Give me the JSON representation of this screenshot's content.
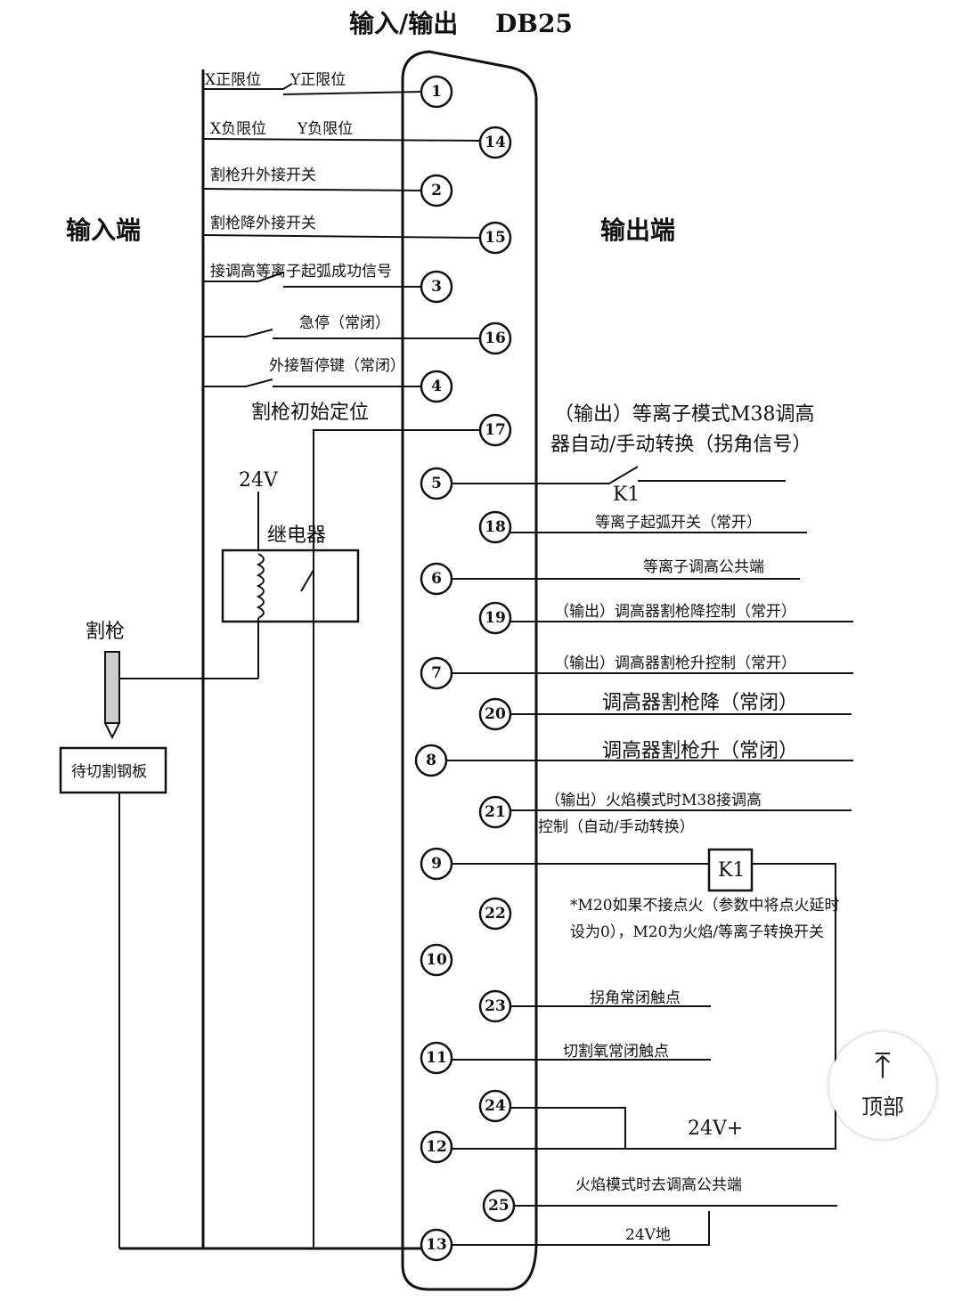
{
  "title": "输入/输出",
  "connector": "DB25",
  "input_side": "输入端",
  "output_side": "输出端",
  "pins": [
    "1",
    "14",
    "2",
    "15",
    "3",
    "16",
    "4",
    "17",
    "5",
    "18",
    "6",
    "19",
    "7",
    "20",
    "8",
    "21",
    "9",
    "22",
    "10",
    "23",
    "11",
    "24",
    "12",
    "25",
    "13"
  ],
  "inputs": {
    "x_pos_limit": "X正限位",
    "y_pos_limit": "Y正限位",
    "x_neg_limit": "X负限位",
    "y_neg_limit": "Y负限位",
    "torch_up_switch": "割枪升外接开关",
    "torch_down_switch": "割枪降外接开关",
    "arc_success": "接调高等离子起弧成功信号",
    "estop": "急停（常闭）",
    "pause_key": "外接暂停键（常闭）",
    "torch_home": "割枪初始定位",
    "v24": "24V",
    "relay": "继电器",
    "torch": "割枪",
    "steel_plate": "待切割钢板"
  },
  "outputs": {
    "plasma_mode_line1": "（输出）等离子模式M38调高",
    "plasma_mode_line2": "器自动/手动转换（拐角信号）",
    "k1": "K1",
    "arc_switch": "等离子起弧开关（常开）",
    "plasma_common": "等离子调高公共端",
    "out_torch_down": "（输出）调高器割枪降控制（常开）",
    "out_torch_up": "（输出）调高器割枪升控制（常开）",
    "thc_down": "调高器割枪降（常闭）",
    "thc_up": "调高器割枪升（常闭）",
    "flame_mode_line1": "（输出）火焰模式时M38接调高",
    "flame_mode_line2": "控制（自动/手动转换）",
    "k1_box": "K1",
    "note_line1": "*M20如果不接点火（参数中将点火延时",
    "note_line2": "设为0），M20为火焰/等离子转换开关",
    "corner_nc": "拐角常闭触点",
    "oxygen_nc": "切割氧常闭触点",
    "v24_plus": "24V+",
    "flame_common": "火焰模式时去调高公共端",
    "v24_gnd": "24V地"
  },
  "back_to_top": "顶部"
}
